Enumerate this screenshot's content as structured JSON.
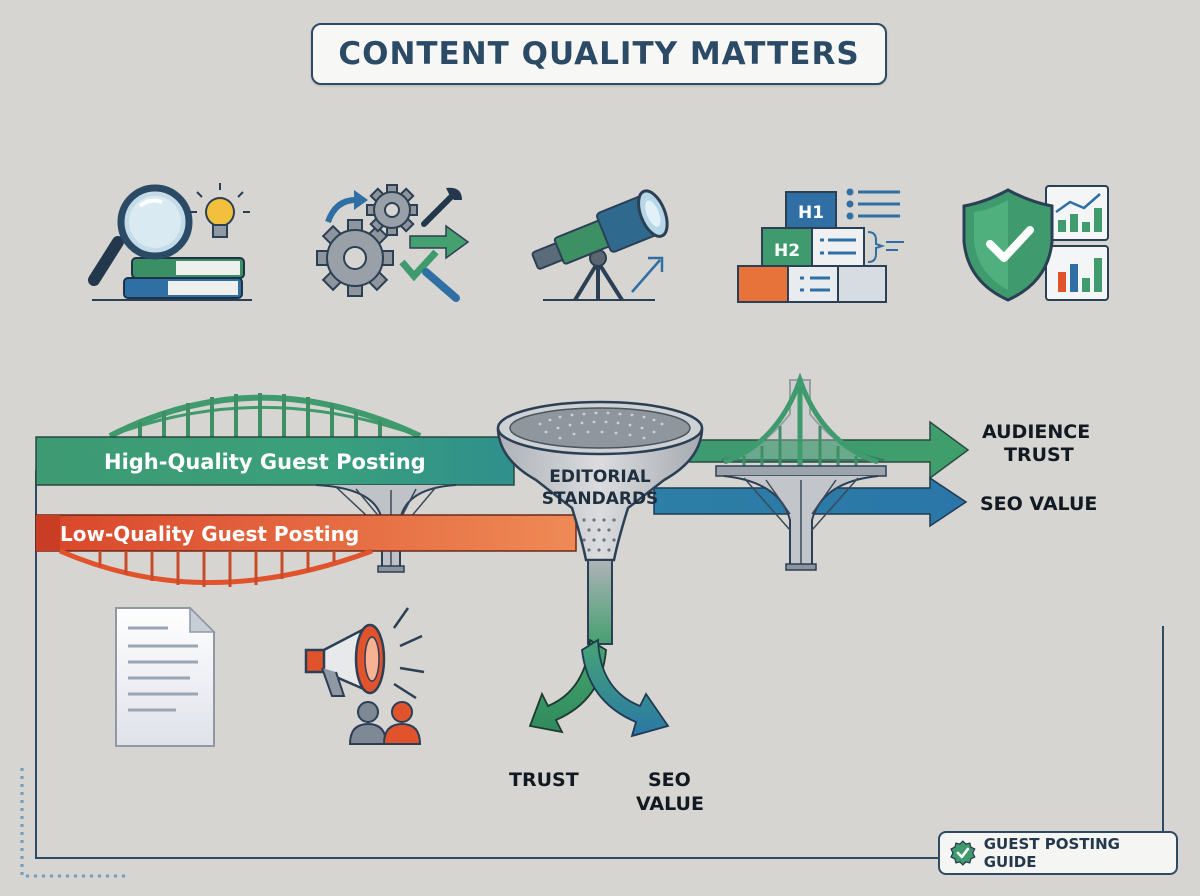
{
  "title": "CONTENT QUALITY MATTERS",
  "bands": {
    "high": "High-Quality Guest Posting",
    "low": "Low-Quality Guest Posting"
  },
  "filter_label": {
    "line1": "EDITORIAL",
    "line2": "STANDARDS"
  },
  "outputs_right": {
    "audience_line1": "AUDIENCE",
    "audience_line2": "TRUST",
    "seo": "SEO VALUE"
  },
  "outputs_bottom": {
    "trust": "TRUST",
    "seo_line1": "SEO",
    "seo_line2": "VALUE"
  },
  "icons_top": [
    "research-icon",
    "process-gears-icon",
    "vision-telescope-icon",
    "heading-structure-icon",
    "security-analytics-icon"
  ],
  "icons_bottom": [
    "document-icon",
    "megaphone-audience-icon"
  ],
  "headings": {
    "h1": "H1",
    "h2": "H2"
  },
  "badge": "GUEST POSTING GUIDE",
  "colors": {
    "navy": "#2b4a66",
    "green": "#3f9a6e",
    "teal": "#2e7fa6",
    "orange": "#e0532d",
    "gray": "#b9bdc2"
  }
}
